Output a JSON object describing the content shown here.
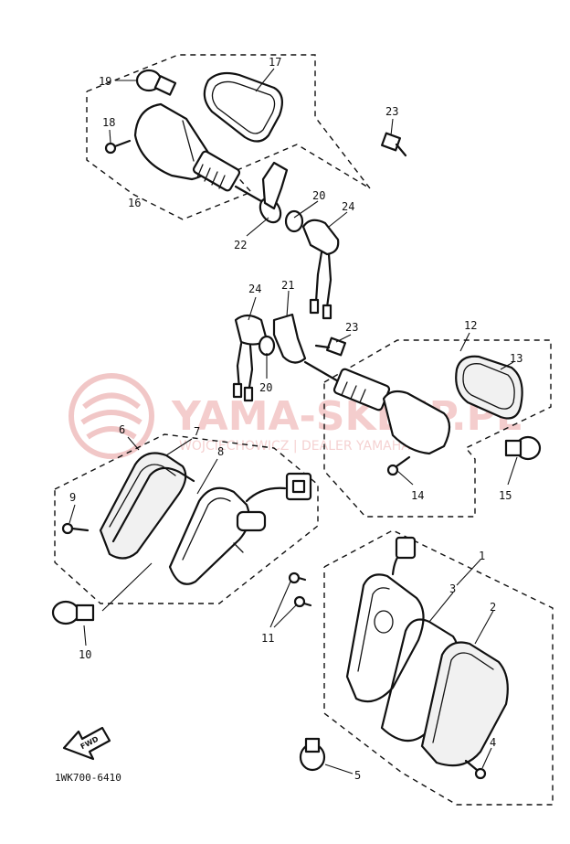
{
  "watermark": {
    "brand": "YAMA-SKLEP.PL",
    "tagline": "WOJCIECHOWICZ | DEALER YAMAHA"
  },
  "drawing_code": "1WK700-6410",
  "fwd_label": "FWD",
  "callouts": [
    "1",
    "2",
    "3",
    "4",
    "5",
    "6",
    "7",
    "8",
    "9",
    "10",
    "11",
    "12",
    "13",
    "14",
    "15",
    "16",
    "17",
    "18",
    "19",
    "20",
    "20",
    "21",
    "22",
    "23",
    "23",
    "24",
    "24"
  ]
}
